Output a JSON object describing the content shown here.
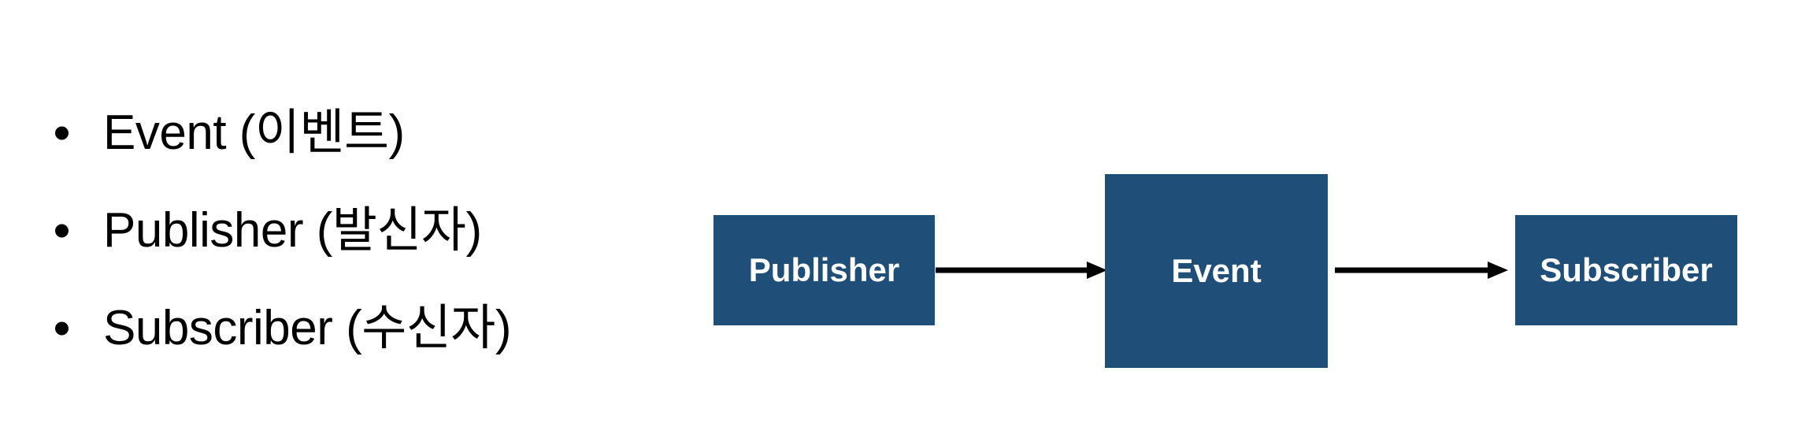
{
  "page": {
    "background": "#FFFFFF",
    "text_color": "#000000"
  },
  "bullet_list": {
    "items": [
      {
        "label": "Event (이벤트)"
      },
      {
        "label": "Publisher (발신자)"
      },
      {
        "label": "Subscriber (수신자)"
      }
    ]
  },
  "diagram": {
    "nodes": [
      {
        "id": "publisher",
        "label": "Publisher"
      },
      {
        "id": "event",
        "label": "Event"
      },
      {
        "id": "subscriber",
        "label": "Subscriber"
      }
    ],
    "edges": [
      {
        "from": "Publisher",
        "to": "Event"
      },
      {
        "from": "Event",
        "to": "Subscriber"
      }
    ],
    "colors": {
      "node_fill": "#1F4E79",
      "node_text": "#FFFFFF",
      "arrow": "#000000"
    }
  }
}
